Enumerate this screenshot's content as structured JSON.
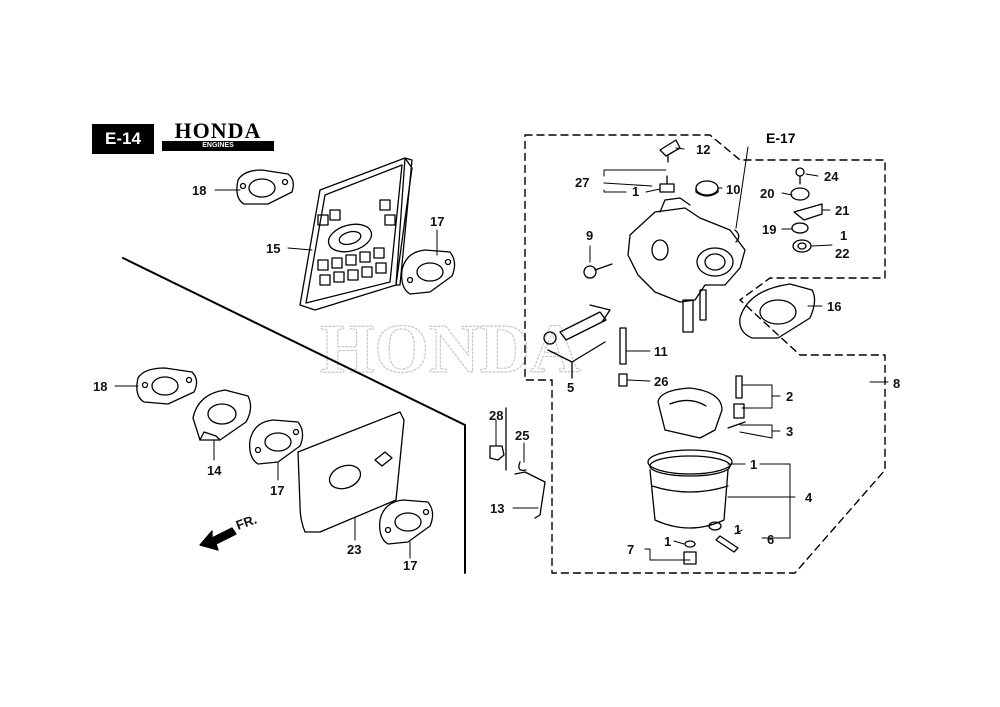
{
  "section_code": "E-14",
  "brand": {
    "name": "HONDA",
    "sub": "ENGINES"
  },
  "watermark": "HONDA",
  "cross_ref": "E-17",
  "direction_label": "FR.",
  "part_labels": {
    "p1a": "1",
    "p1b": "1",
    "p1c": "1",
    "p1d": "1",
    "p1e": "1",
    "p2": "2",
    "p3": "3",
    "p4": "4",
    "p5": "5",
    "p6": "6",
    "p7": "7",
    "p8": "8",
    "p9": "9",
    "p10": "10",
    "p11": "11",
    "p12": "12",
    "p13": "13",
    "p14": "14",
    "p15": "15",
    "p16": "16",
    "p17a": "17",
    "p17b": "17",
    "p17c": "17",
    "p18a": "18",
    "p18b": "18",
    "p19": "19",
    "p20": "20",
    "p21": "21",
    "p22": "22",
    "p23": "23",
    "p24": "24",
    "p25": "25",
    "p26": "26",
    "p27": "27",
    "p28": "28"
  }
}
